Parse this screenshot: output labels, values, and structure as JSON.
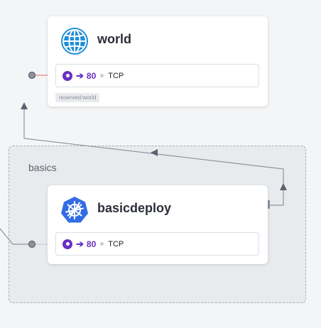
{
  "namespace": {
    "label": "basics"
  },
  "cards": {
    "world": {
      "title": "world",
      "icon": "globe-icon",
      "port": {
        "number": "80",
        "protocol": "TCP"
      },
      "label": "reserved:world"
    },
    "basicdeploy": {
      "title": "basicdeploy",
      "icon": "kubernetes-icon",
      "port": {
        "number": "80",
        "protocol": "TCP"
      }
    }
  },
  "colors": {
    "accent": "#6a2fc3",
    "globe": "#1e8fd6",
    "kubernetes": "#326ce5",
    "edge": "#8d939b",
    "edge_alert": "#e8837a"
  }
}
